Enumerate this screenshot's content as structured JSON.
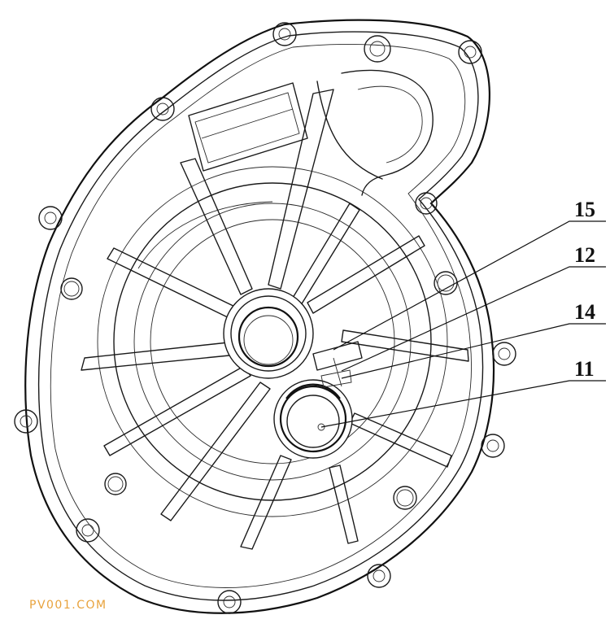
{
  "callouts": [
    {
      "id": "15",
      "label": "15"
    },
    {
      "id": "12",
      "label": "12"
    },
    {
      "id": "14",
      "label": "14"
    },
    {
      "id": "11",
      "label": "11"
    }
  ],
  "watermark": {
    "text": "PV001.COM",
    "color": "#e8a23c"
  },
  "colors": {
    "line": "#1a1a1a",
    "background": "#ffffff"
  }
}
